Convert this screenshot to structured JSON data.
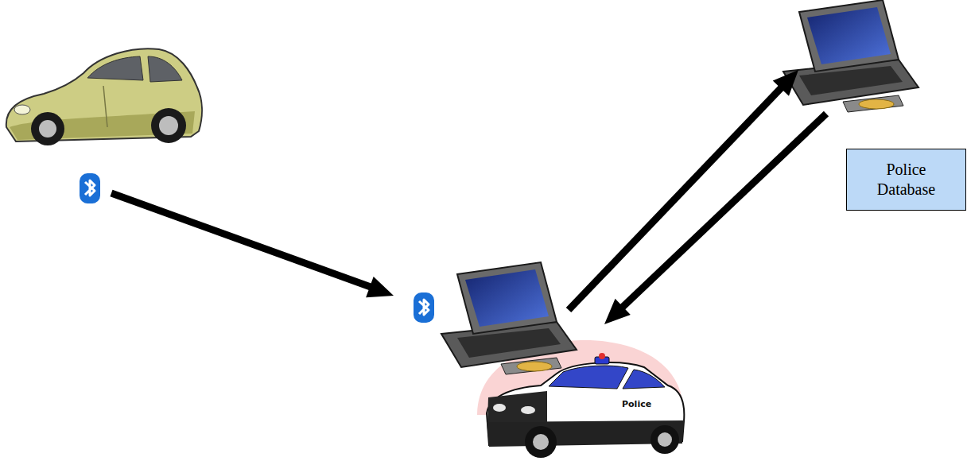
{
  "diagram": {
    "nodes": [
      {
        "text": [
          "Police"
        ]
      },
      {
        "text": [
          "Police Database"
        ]
      }
    ],
    "edges": [
      {
        "from": 0,
        "to": 1,
        "arrow": "to"
      },
      {
        "from": 1,
        "to": 0,
        "arrow": "to"
      }
    ]
  }
}
